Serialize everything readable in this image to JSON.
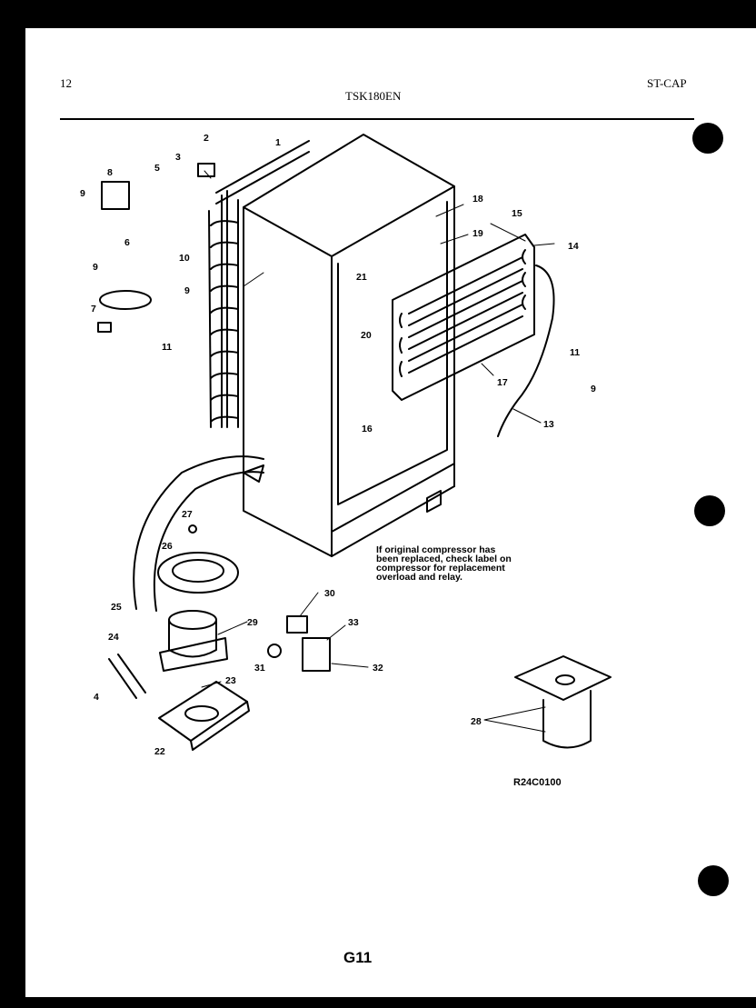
{
  "header": {
    "page_number": "12",
    "model": "TSK180EN",
    "code": "ST-CAP"
  },
  "note_lines": [
    "If original compressor has",
    "been replaced, check label on",
    "compressor for replacement",
    "overload and relay."
  ],
  "reference_code": "R24C0100",
  "page_label": "G11",
  "callouts": {
    "c1": "1",
    "c2": "2",
    "c3": "3",
    "c4": "4",
    "c5": "5",
    "c6": "6",
    "c7": "7",
    "c8": "8",
    "c9a": "9",
    "c9b": "9",
    "c9c": "9",
    "c9d": "9",
    "c10": "10",
    "c11a": "11",
    "c11b": "11",
    "c13": "13",
    "c14": "14",
    "c15": "15",
    "c16": "16",
    "c17": "17",
    "c18": "18",
    "c19": "19",
    "c20": "20",
    "c21": "21",
    "c22": "22",
    "c23": "23",
    "c24": "24",
    "c25": "25",
    "c26": "26",
    "c27": "27",
    "c28": "28",
    "c29": "29",
    "c30": "30",
    "c31": "31",
    "c32": "32",
    "c33": "33"
  }
}
